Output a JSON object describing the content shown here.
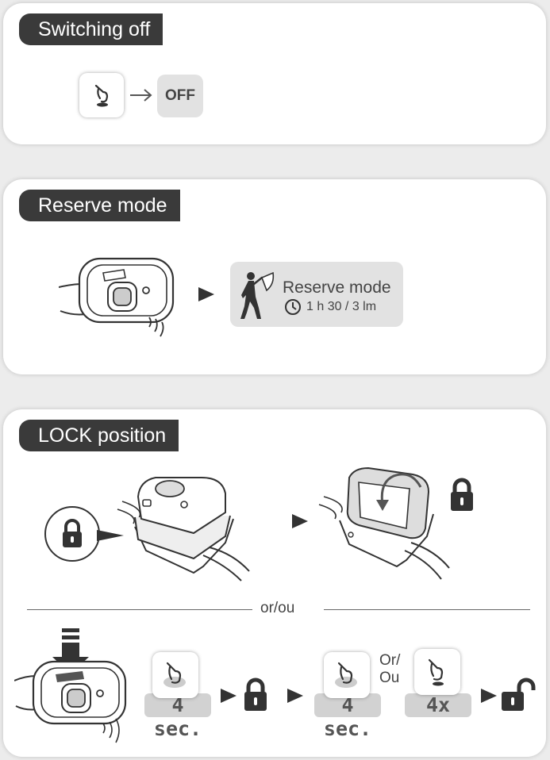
{
  "switching_off": {
    "title": "Switching off",
    "result": "OFF"
  },
  "reserve_mode": {
    "title": "Reserve mode",
    "mode_label": "Reserve mode",
    "duration": "1 h 30 / 3 lm"
  },
  "lock_position": {
    "title": "LOCK position",
    "separator": "or/ou",
    "first_hold": "4 sec.",
    "second_hold": "4 sec.",
    "alt_text_line1": "Or/",
    "alt_text_line2": "Ou",
    "press_count": "4x"
  },
  "icons": [
    "press-finger-icon",
    "arrow-right-icon",
    "walking-man-icon",
    "clock-icon",
    "lock-icon",
    "unlock-icon",
    "headlamp-icon",
    "vibration-icon",
    "pointer-arrow-icon"
  ]
}
